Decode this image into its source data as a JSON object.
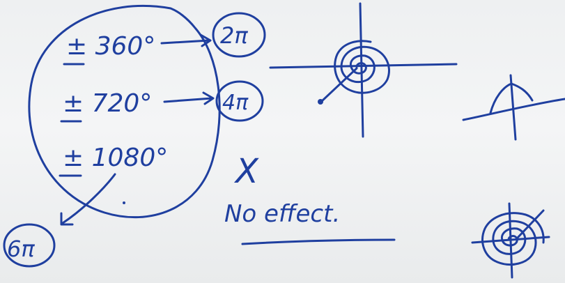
{
  "board": {
    "ink_color": "#1f3f9f",
    "rows": [
      {
        "value": "± 360°",
        "arrow_to": "2π"
      },
      {
        "value": "± 720°",
        "arrow_to": "4π"
      },
      {
        "value": "± 1080°",
        "arrow_to": "6π"
      }
    ],
    "cross_mark": "X",
    "note": "No effect."
  }
}
